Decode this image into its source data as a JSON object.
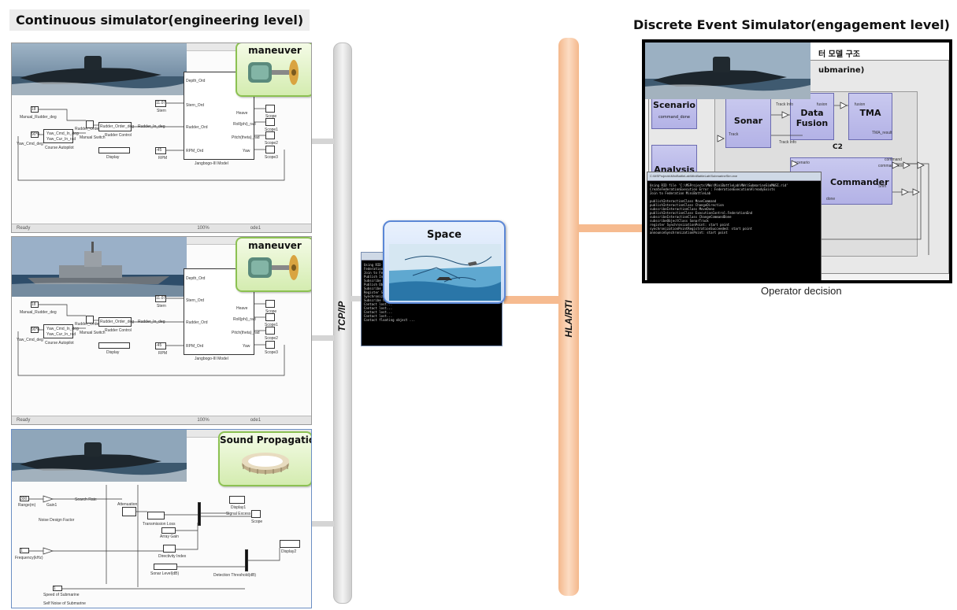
{
  "left_title": "Continuous simulator(engineering level)",
  "right_title": "Discrete Event Simulator(engagement level)",
  "sims": [
    {
      "badge": "maneuver",
      "status": [
        "Ready",
        "100%",
        "ode1"
      ],
      "labels": [
        "Manual_Rudder_deg",
        "Yaw_Cmd_deg",
        "Yaw_Cmd_In_deg",
        "Yaw_Cur_In_rad",
        "Rudder_Order",
        "Manual Switch",
        "Rudder_Order_deg",
        "Rudder Control",
        "Rudder_In_deg",
        "Course Autopilot",
        "Display",
        "Stern",
        "Stern_Ord",
        "Rudder_Ord",
        "RPM",
        "RPM_Ord",
        "Heave",
        "Roll(phi)_rad",
        "Pitch(theta)_rad",
        "Yaw",
        "Scope",
        "Scope1",
        "Scope2",
        "Scope3",
        "Jangbogo-III Model"
      ],
      "values": [
        "18",
        "90*0",
        "11.07",
        "-0.",
        "-45"
      ]
    },
    {
      "badge": "maneuver",
      "status": [
        "Ready",
        "100%",
        "ode1"
      ],
      "labels": [
        "Manual_Rudder_deg",
        "Yaw_Cmd_deg",
        "Yaw_Cmd_In_deg",
        "Yaw_Cur_In_rad",
        "Rudder_Order",
        "Manual Switch",
        "Rudder_Order_deg",
        "Rudder Control",
        "Rudder_In_deg",
        "Course Autopilot",
        "Display",
        "Stern",
        "Stern_Ord",
        "Rudder_Ord",
        "RPM",
        "RPM_Ord",
        "Heave",
        "Roll(phi)_rad",
        "Pitch(theta)_rad",
        "Yaw",
        "Scope",
        "Scope1",
        "Scope2",
        "Scope3",
        "Jangbogo-III Model"
      ],
      "values": [
        "18",
        "90*0",
        "11.07",
        "-0.",
        "-45"
      ]
    },
    {
      "badge": "Sound Propagation",
      "labels": [
        "Range(m)",
        "Gain1",
        "Noise Design Factor",
        "Search Rate",
        "Attenuation",
        "Transmission Loss",
        "Array Gain",
        "Frequency(kHz)",
        "Directivity Index",
        "Sonar Level(dB)",
        "Detection Threshold(dB)",
        "Speed of Submarine",
        "Self Noise of Submarine",
        "Signal Excess",
        "Display1",
        "Display2",
        "Scope"
      ],
      "values": [
        "300",
        "1",
        "0",
        "1",
        "0"
      ]
    }
  ],
  "bus_tcp": "TCP/IP",
  "bus_hla": "HLA/RTI",
  "space_label": "Space",
  "space_console": [
    "Using RID file ...",
    "Federation E...",
    "Join to Fede...",
    "Publish Inter...",
    "Subscribe Int...",
    "Publish Obje...",
    "Subscribe Ob...",
    "Register Sync...",
    "Synchronizati...",
    "Subscribe CT...",
    "Contact lost...",
    "Contact lost...",
    "Contact lost...",
    "Contact lost...",
    "Contact floating object ..."
  ],
  "des": {
    "header_text": "터 모델 구조",
    "sub_header": "ubmarine)",
    "blocks": {
      "scenario": "Scenario",
      "analysis": "Analysis",
      "sonar": "Sonar",
      "datafusion": "Data\nFusion",
      "tma": "TMA",
      "c2": "C2",
      "commander": "Commander"
    },
    "ports": [
      "command_done",
      "Track",
      "Track Info",
      "fusion",
      "fusion",
      "TMA_result",
      "Track Info",
      "scenario",
      "command",
      "commandmove",
      "Shift",
      "done"
    ],
    "console_title": "C:\\MSProjects\\MiniBattleLab\\MiniBattleLab\\SubmarineSim.exe",
    "console_lines": [
      "Using RID file 'C:\\MSProjects\\MWs\\MiniBattleLab\\MWs\\SubmarineSimMWSI.rid'",
      "CreateFederationExecution Error : FederationExecutionAlreadyExists",
      "Join to Federation MiniBattleLab",
      "",
      "publishInteractionClass MoveCommand",
      "publishInteractionClass ChangeDirection",
      "subscribeInteractionClass MoveDone",
      "publishInteractionClass ExecutionControl.FederationEnd",
      "subscribeInteractionClass ChangeCommandDone",
      "subscribeObjectClass SonarTrack",
      "register SynchronizationPoint: start point",
      "synchronizationPointRegistrationSucceeded: start point",
      "announceSynchronizationPoint: start point"
    ]
  },
  "operator_label": "Operator decision",
  "colors": {
    "bus_gray": "#e2e2e2",
    "bus_peach": "#f9c9a2",
    "connector_peach": "#f6bb90",
    "badge_green": "#8cc152",
    "des_purple": "#b3b2e6",
    "space_blue": "#5b87d6"
  },
  "icons": [
    "submarine-photo",
    "frigate-photo",
    "propulsion-motor-icon",
    "sonar-ring-icon",
    "ocean-space-icon"
  ]
}
